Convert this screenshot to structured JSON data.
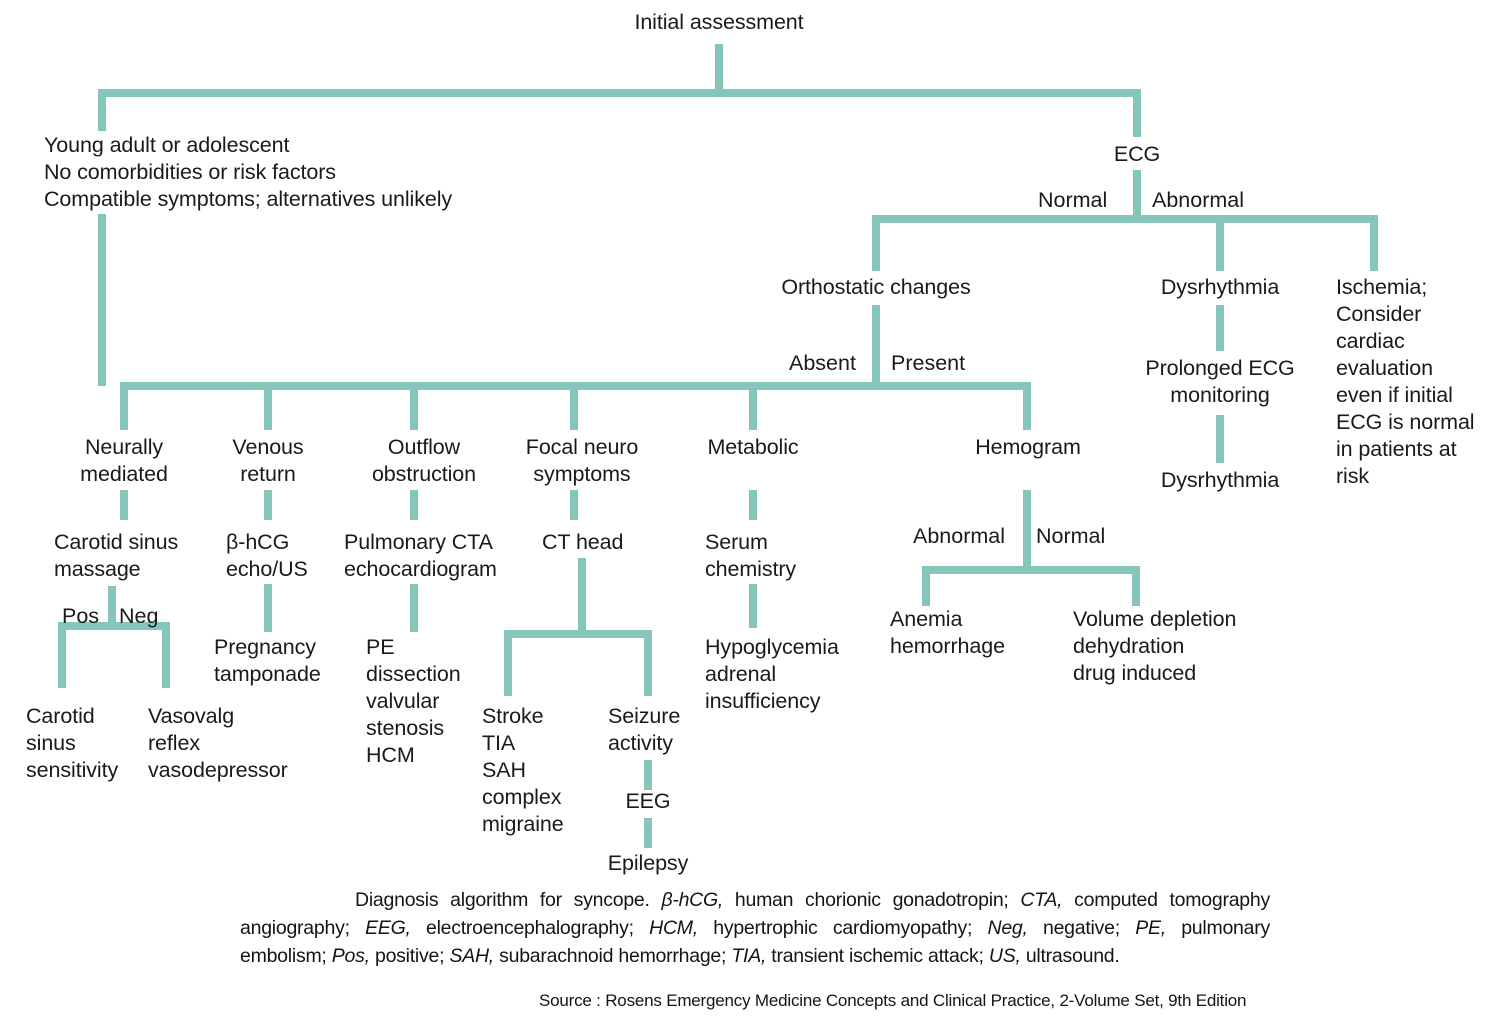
{
  "diagram": {
    "title": "Diagnosis algorithm for syncope",
    "accent_color": "#85c5ba",
    "text_color": "#1a1a1a",
    "background": "#ffffff",
    "nodes": {
      "initial_assessment": "Initial assessment",
      "low_risk_profile": "Young adult or adolescent\nNo comorbidities or risk factors\nCompatible symptoms; alternatives unlikely",
      "ecg": "ECG",
      "orthostatic_changes": "Orthostatic changes",
      "dysrhythmia": "Dysrhythmia",
      "ischemia_block": "Ischemia;\nConsider\ncardiac\nevaluation\neven if initial\nECG is normal\nin patients at\nrisk",
      "prolonged_ecg_monitoring": "Prolonged ECG\nmonitoring",
      "dysrhythmia_outcome": "Dysrhythmia",
      "neurally_mediated": "Neurally\nmediated",
      "venous_return": "Venous\nreturn",
      "outflow_obstruction": "Outflow\nobstruction",
      "focal_neuro_symptoms": "Focal neuro\nsymptoms",
      "metabolic": "Metabolic",
      "hemogram": "Hemogram",
      "carotid_sinus_massage": "Carotid sinus\nmassage",
      "bhcg_echo_us": "β-hCG\necho/US",
      "pulmonary_cta_echo": "Pulmonary CTA\nechocardiogram",
      "ct_head": "CT head",
      "serum_chemistry": "Serum\nchemistry",
      "carotid_sinus_sensitivity": "Carotid\nsinus\nsensitivity",
      "vasovagal_reflex": "Vasovalg\nreflex\nvasodepressor",
      "pregnancy_tamponade": "Pregnancy\ntamponade",
      "pe_dissection_block": "PE\ndissection\nvalvular\nstenosis\nHCM",
      "stroke_block": "Stroke\nTIA\nSAH\ncomplex\nmigraine",
      "seizure_activity": "Seizure\nactivity",
      "eeg": "EEG",
      "epilepsy": "Epilepsy",
      "hypoglycemia_block": "Hypoglycemia\nadrenal\ninsufficiency",
      "anemia_hemorrhage": "Anemia\nhemorrhage",
      "volume_depletion_block": "Volume depletion\ndehydration\ndrug induced"
    },
    "edge_labels": {
      "ecg_normal": "Normal",
      "ecg_abnormal": "Abnormal",
      "orthostatic_absent": "Absent",
      "orthostatic_present": "Present",
      "csm_pos": "Pos",
      "csm_neg": "Neg",
      "hemogram_abnormal": "Abnormal",
      "hemogram_normal": "Normal"
    }
  },
  "caption": {
    "line1_lead": "Diagnosis algorithm for syncope. ",
    "abbr_bhcg": "β-hCG,",
    "txt_bhcg": " human chorionic gonadotropin; ",
    "abbr_cta": "CTA,",
    "txt_cta": " computed tomography angiography; ",
    "abbr_eeg": "EEG,",
    "txt_eeg": " electroencephalography; ",
    "abbr_hcm": "HCM,",
    "txt_hcm": " hypertrophic cardiomyopathy; ",
    "abbr_neg": "Neg,",
    "txt_neg": " negative; ",
    "abbr_pe": "PE,",
    "txt_pe": " pulmonary embolism; ",
    "abbr_pos": "Pos,",
    "txt_pos": " positive; ",
    "abbr_sah": "SAH,",
    "txt_sah": " subarachnoid hemorrhage; ",
    "abbr_tia": "TIA,",
    "txt_tia": " transient ischemic attack; ",
    "abbr_us": "US,",
    "txt_us": " ultrasound."
  },
  "source": {
    "text": "Source : Rosens Emergency Medicine Concepts and Clinical Practice, 2-Volume Set, 9th Edition"
  }
}
